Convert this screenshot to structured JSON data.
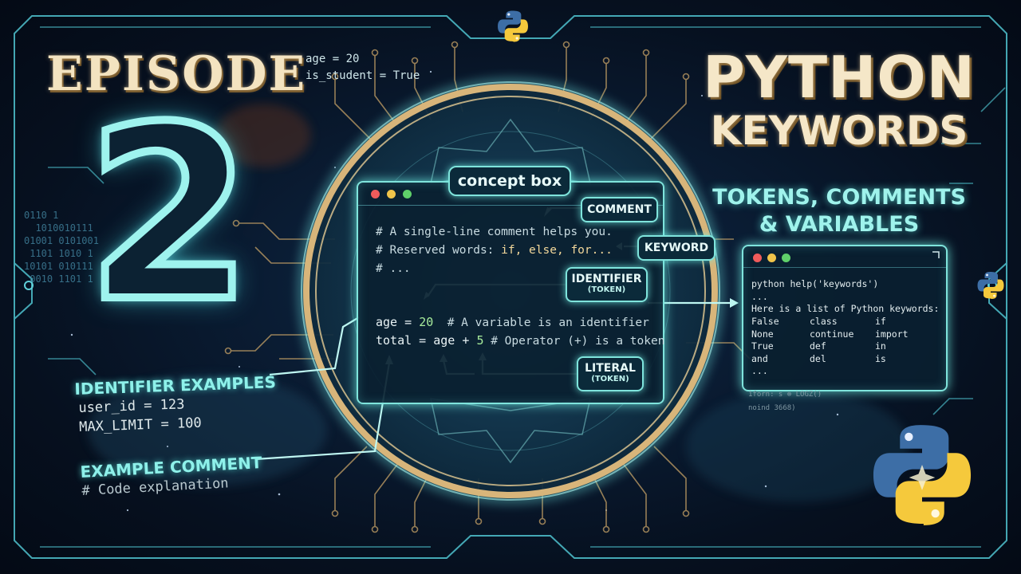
{
  "episode": {
    "word": "EPISODE",
    "number": "2"
  },
  "top_code": {
    "line1": "age = 20",
    "line2": "is_student = True"
  },
  "title": {
    "line1": "PYTHON",
    "line2": "KEYWORDS",
    "subtitle_line1": "TOKENS, COMMENTS",
    "subtitle_line2": "& VARIABLES"
  },
  "concept_box": {
    "label": "concept box"
  },
  "code_window": {
    "line1": "# A single-line comment helps you.",
    "line2_prefix": "# Reserved words: ",
    "line2_keywords": "if, else, for...",
    "line3": "# ...",
    "line4_a": "age = ",
    "line4_num": "20",
    "line4_b": "  # A variable is an identifier",
    "line5_a": "total = age + ",
    "line5_num": "5",
    "line5_b": " # Operator (+) is a token"
  },
  "labels": {
    "comment": "COMMENT",
    "keyword": "KEYWORD",
    "identifier": "IDENTIFIER",
    "identifier_sub": "(TOKEN)",
    "literal": "LITERAL",
    "literal_sub": "(TOKEN)"
  },
  "help_window": {
    "command": "python help('keywords')",
    "ellipsis1": "...",
    "intro": "Here is a list of Python keywords:",
    "keywords": [
      [
        "False",
        "class",
        "if"
      ],
      [
        "None",
        "continue",
        "import"
      ],
      [
        "True",
        "def",
        "in"
      ],
      [
        "and",
        "del",
        "is"
      ]
    ],
    "ellipsis2": "...",
    "faint1": "1forn: s ⊗ LOGZ()",
    "faint2": "noind 3668)"
  },
  "identifier_examples": {
    "title": "IDENTIFIER EXAMPLES",
    "line1": "user_id = 123",
    "line2": "MAX_LIMIT = 100"
  },
  "example_comment": {
    "title": "EXAMPLE COMMENT",
    "code": "# Code explanation"
  },
  "binary_text": "0110 1\n  1010010111\n01001 0101001\n 1101 1010 1\n10101 010111\n 0010 1101 1",
  "colors": {
    "accent_teal": "#7fe4dc",
    "gold": "#d8b57a",
    "title_cream": "#f5e7c8",
    "python_blue": "#3d6ea6",
    "python_yellow": "#f5c93c"
  },
  "icons": [
    "python-logo-icon-top",
    "python-logo-icon-right",
    "python-logo-icon-large"
  ]
}
